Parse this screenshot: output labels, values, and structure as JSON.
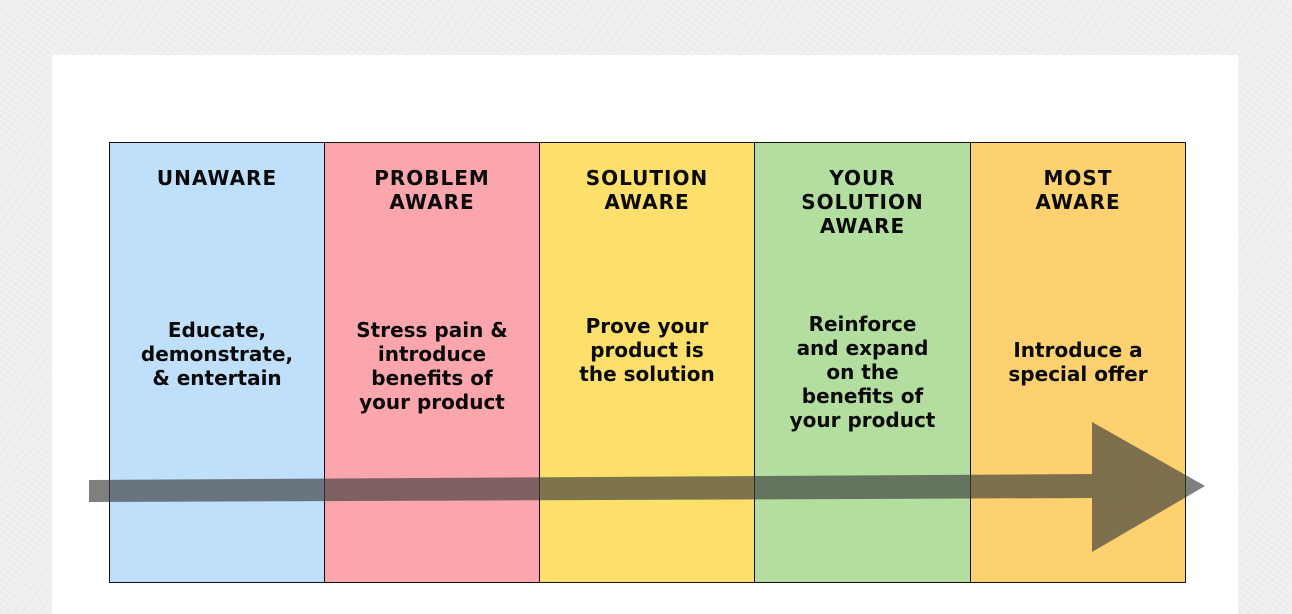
{
  "stages": [
    {
      "title": "UNAWARE",
      "description": "Educate,\ndemonstrate,\n& entertain",
      "color": "#bfdffb"
    },
    {
      "title": "PROBLEM\nAWARE",
      "description": "Stress pain &\nintroduce\nbenefits of\nyour product",
      "color": "#fba6ac"
    },
    {
      "title": "SOLUTION\nAWARE",
      "description": "Prove your\nproduct is\nthe solution",
      "color": "#fde06b"
    },
    {
      "title": "YOUR\nSOLUTION\nAWARE",
      "description": "Reinforce\nand expand\non the\nbenefits of\nyour product",
      "color": "#b3de9f"
    },
    {
      "title": "MOST\nAWARE",
      "description": "Introduce a\nspecial offer",
      "color": "#fdd070"
    }
  ],
  "arrow": {
    "color": "#3a3a3a"
  }
}
